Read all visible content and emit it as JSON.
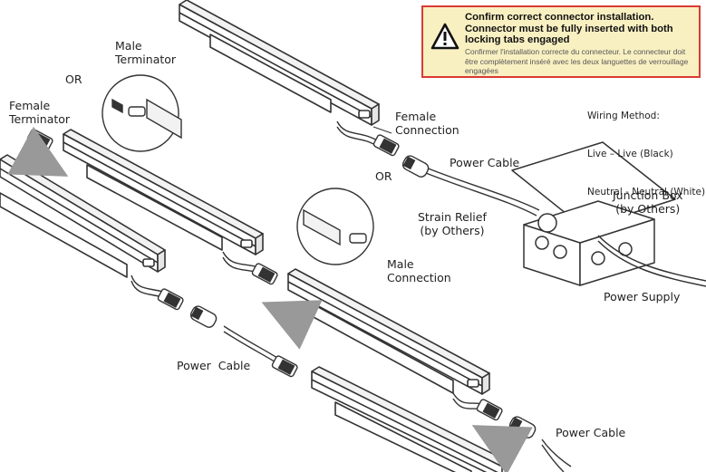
{
  "warning": {
    "icon": "warning-triangle-icon",
    "title": "Confirm correct connector installation. Connector must be fully inserted with both locking tabs engaged",
    "subtitle": "Confirmer l'installation correcte du connecteur. Le connecteur doit être complètement inséré avec les deux languettes de verrouillage engagées",
    "border_color": "#d93a34",
    "fill_color": "#f9f0c2"
  },
  "labels": {
    "male_terminator": "Male\nTerminator",
    "or_top": "OR",
    "female_terminator": "Female\nTerminator",
    "female_connection": "Female\nConnection",
    "or_mid": "OR",
    "power_cable_top": "Power Cable",
    "strain_relief": "Strain Relief\n(by Others)",
    "junction_box": "Junction Box\n(by Others)",
    "male_connection": "Male\nConnection",
    "power_supply": "Power Supply",
    "power_cable_mid": "Power  Cable",
    "power_cable_bottom": "Power Cable"
  },
  "wiring": {
    "title": "Wiring Method:",
    "live_prefix": "Live – Live",
    "live_note": "(Black)",
    "neutral_prefix": "Neutral - Neutral",
    "neutral_note": "(White)"
  }
}
